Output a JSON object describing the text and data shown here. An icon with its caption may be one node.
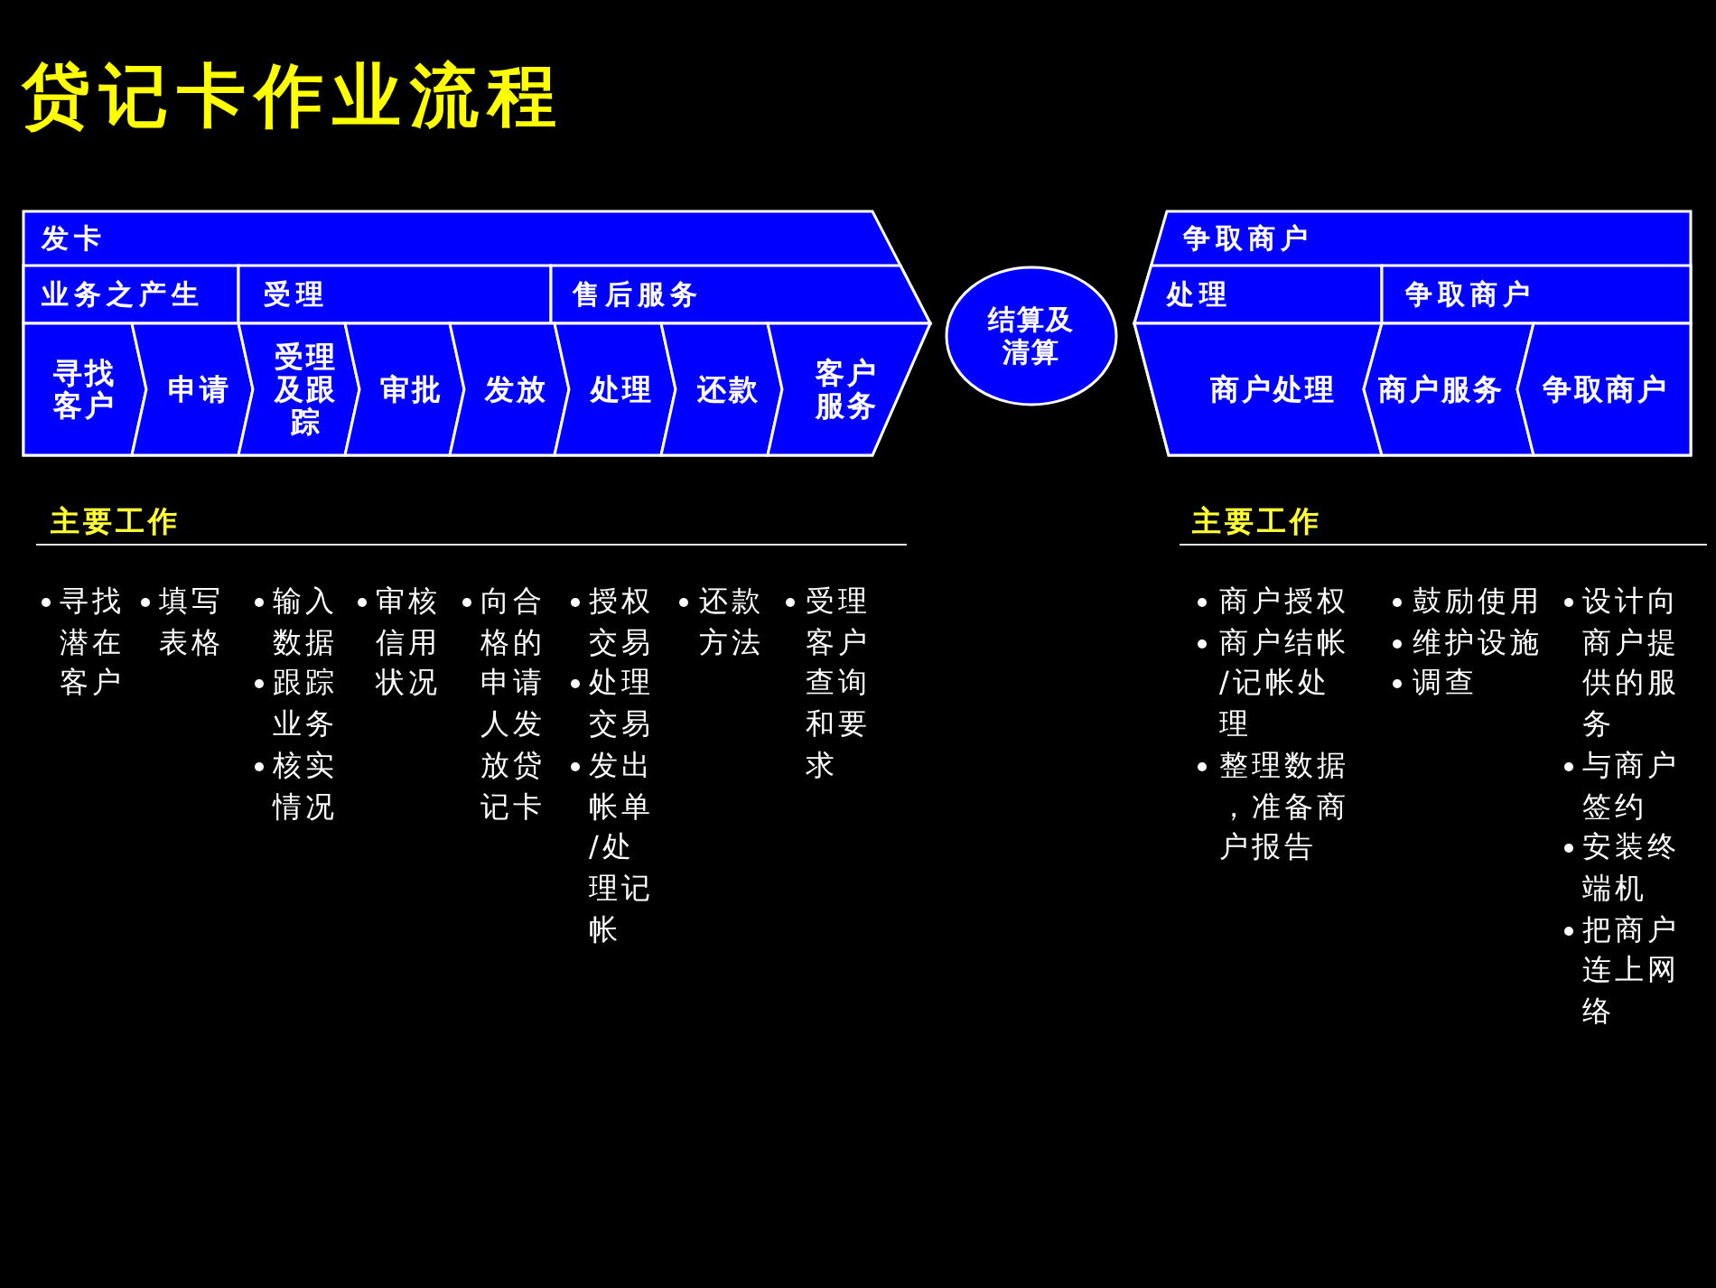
{
  "diagram": {
    "title": "贷记卡作业流程",
    "nodes": [
      {
        "text": [
          "发卡"
        ]
      },
      {
        "text": [
          "业务之产生"
        ],
        "in": 0
      },
      {
        "text": [
          "受理"
        ],
        "in": 0
      },
      {
        "text": [
          "售后服务"
        ],
        "in": 0
      },
      {
        "text": [
          "寻找客户"
        ],
        "in": 0
      },
      {
        "text": [
          "申请"
        ],
        "in": 0
      },
      {
        "text": [
          "受理及跟踪"
        ],
        "in": 0
      },
      {
        "text": [
          "审批"
        ],
        "in": 0
      },
      {
        "text": [
          "发放"
        ],
        "in": 0
      },
      {
        "text": [
          "处理"
        ],
        "in": 0
      },
      {
        "text": [
          "还款"
        ],
        "in": 0
      },
      {
        "text": [
          "客户服务"
        ],
        "in": 0
      },
      {
        "text": [
          "结算及清算"
        ]
      },
      {
        "text": [
          "争取商户"
        ]
      },
      {
        "text": [
          "处理"
        ],
        "in": 13
      },
      {
        "text": [
          "争取商户"
        ],
        "in": 13
      },
      {
        "text": [
          "商户处理"
        ],
        "in": 13
      },
      {
        "text": [
          "商户服务"
        ],
        "in": 13
      },
      {
        "text": [
          "争取商户"
        ],
        "in": 13
      }
    ],
    "labels": [
      "主要工作",
      "寻找潜在客户",
      "填写表格",
      "输入数据",
      "跟踪业务",
      "核实情况",
      "审核信用状况",
      "向合格的申请人发放贷记卡",
      "授权交易",
      "处理交易",
      "发出帐单/处理记帐",
      "还款方法",
      "受理客户查询和要求",
      "主要工作",
      "商户授权",
      "商户结帐/记帐处理",
      "整理数据，准备商户报告",
      "鼓励使用",
      "维护设施",
      "调查",
      "设计向商户提供的服务",
      "与商户签约",
      "安装终端机",
      "把商户连上网络"
    ]
  }
}
